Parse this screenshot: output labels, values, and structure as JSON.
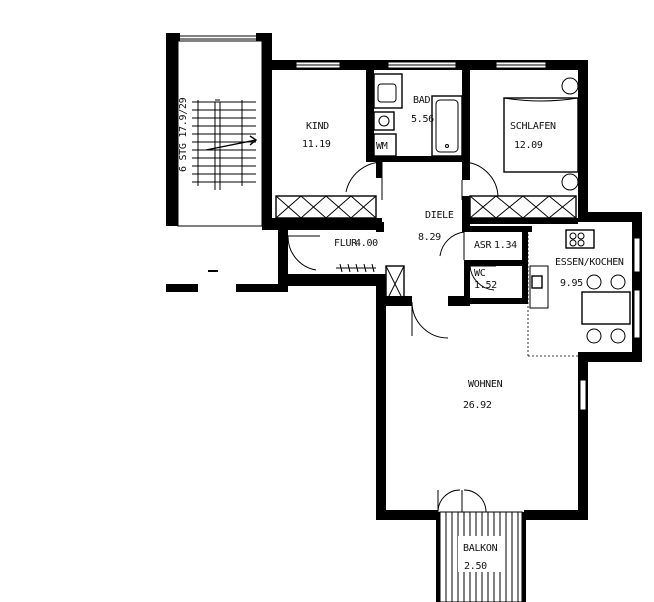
{
  "rooms": {
    "kind": {
      "name": "KIND",
      "area": "11.19"
    },
    "bad": {
      "name": "BAD",
      "area": "5.56"
    },
    "schlafen": {
      "name": "SCHLAFEN",
      "area": "12.09"
    },
    "diele": {
      "name": "DIELE",
      "area": "8.29"
    },
    "flur": {
      "name": "FLUR",
      "area": "4.00"
    },
    "asr": {
      "name": "ASR",
      "area": "1.34"
    },
    "wc": {
      "name": "WC",
      "area": "1.52"
    },
    "essen_kochen": {
      "name": "ESSEN/KOCHEN",
      "area": "9.95"
    },
    "wohnen": {
      "name": "WOHNEN",
      "area": "26.92"
    },
    "balkon": {
      "name": "BALKON",
      "area": "2.50"
    }
  },
  "fixtures": {
    "washing_machine": "WM"
  },
  "stair_label": "6 STG 17.9/29"
}
